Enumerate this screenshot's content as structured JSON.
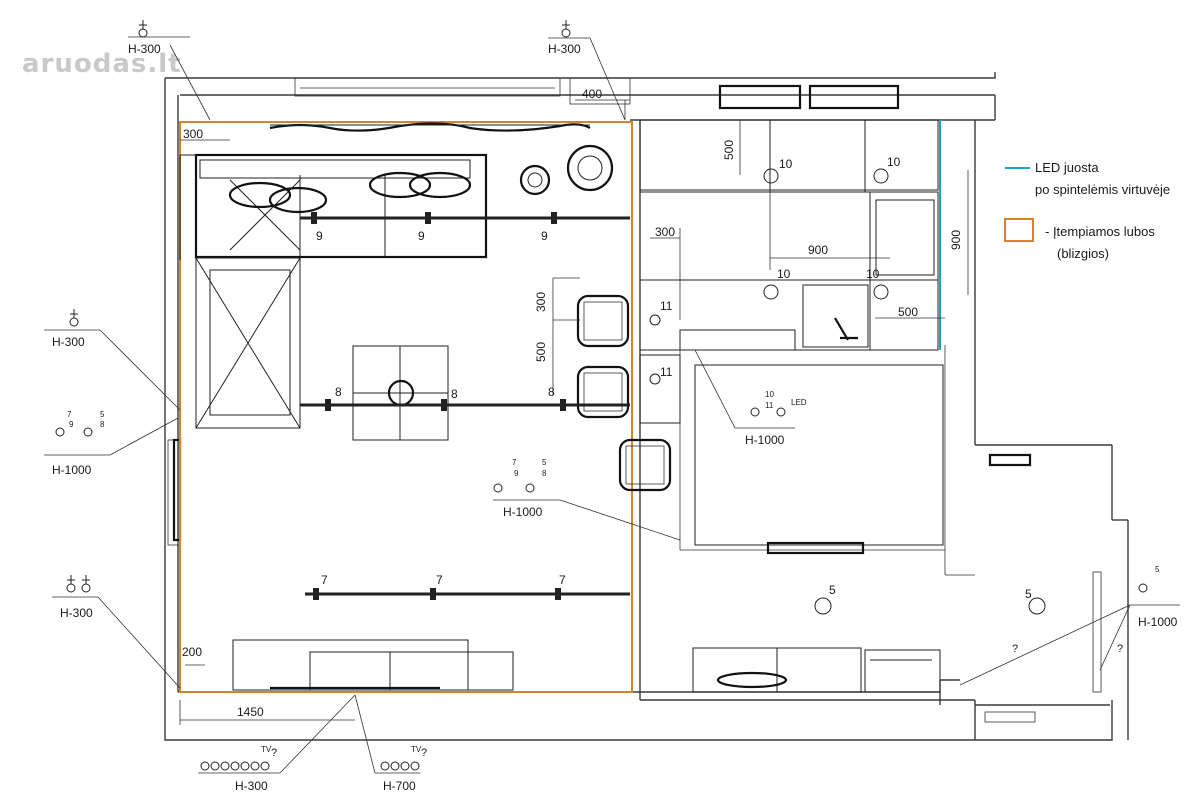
{
  "watermark": "aruodas.lt",
  "legend": {
    "led_line1": "LED juosta",
    "led_line2": "po spintelėmis virtuvėje",
    "ceiling_line1": "- Įtempiamos lubos",
    "ceiling_line2": "(blizgios)",
    "led_color": "#1aa3c4",
    "ceiling_color": "#d9822b"
  },
  "heights": {
    "h300": "H-300",
    "h700": "H-700",
    "h1000": "H-1000"
  },
  "dimensions": {
    "d300": "300",
    "d400": "400",
    "d500": "500",
    "d900": "900",
    "d200": "200",
    "d1450": "1450"
  },
  "light_numbers": {
    "n5": "5",
    "n7": "7",
    "n8": "8",
    "n9": "9",
    "n10": "10",
    "n11": "11"
  },
  "symbols": {
    "led_small": "LED",
    "tv": "TV",
    "question": "?",
    "switch_7": "7",
    "switch_9": "9",
    "switch_5": "5",
    "switch_8": "8",
    "switch_10": "10",
    "switch_11": "11"
  }
}
